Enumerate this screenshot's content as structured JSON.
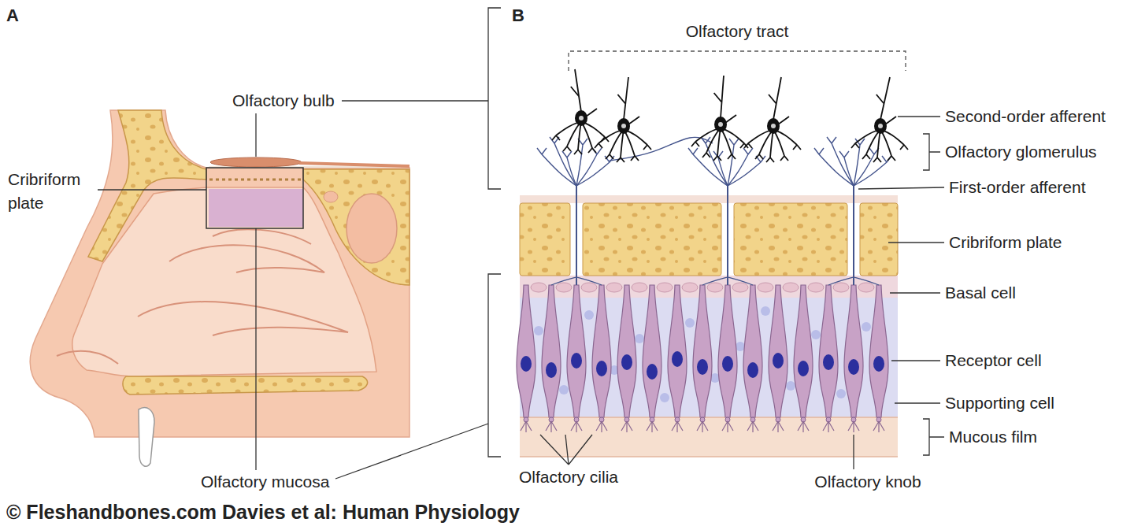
{
  "diagram": {
    "labels": [
      "A",
      "B",
      "Olfactory bulb",
      "Cribriform plate",
      "Olfactory mucosa",
      "Olfactory tract",
      "Second-order afferent",
      "Olfactory glomerulus",
      "First-order afferent",
      "Cribriform plate",
      "Basal cell",
      "Receptor cell",
      "Supporting cell",
      "Mucous film",
      "Olfactory cilia",
      "Olfactory knob",
      "© Fleshandbones.com Davies et al: Human Physiology"
    ]
  }
}
